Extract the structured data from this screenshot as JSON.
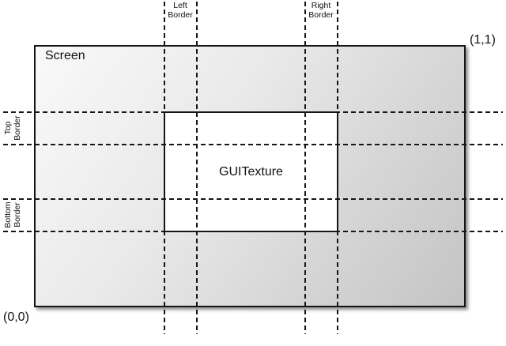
{
  "diagram": {
    "title_hint": "GUITexture screen placement diagram",
    "screen": {
      "label": "Screen"
    },
    "texture": {
      "label": "GUITexture"
    },
    "coordinates": {
      "origin": "(0,0)",
      "top_right": "(1,1)"
    },
    "border_labels": {
      "left": {
        "line1": "Left",
        "line2": "Border"
      },
      "right": {
        "line1": "Right",
        "line2": "Border"
      },
      "top": {
        "line1": "Top",
        "line2": "Border"
      },
      "bottom": {
        "line1": "Bottom",
        "line2": "Border"
      }
    },
    "colors": {
      "line": "#161616",
      "screen_gradient_start": "#f9f9f9",
      "screen_gradient_end": "#c4c4c4",
      "texture_fill": "#ffffff",
      "background": "#ffffff"
    }
  }
}
